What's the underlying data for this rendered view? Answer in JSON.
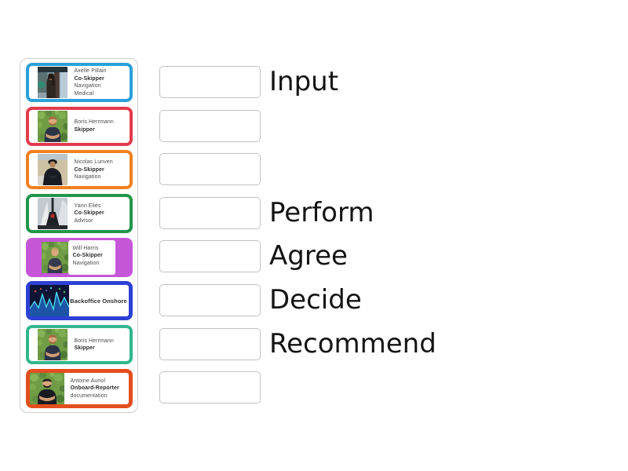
{
  "left_panel": {
    "cards": [
      {
        "name": "Axelle Pillain",
        "role": "Co-Skipper",
        "details": [
          "Navigation",
          "Medical"
        ],
        "color": "#2ba0da",
        "variant": "framed",
        "photo_icon": "window-portrait-photo"
      },
      {
        "name": "Boris Herrmann",
        "role": "Skipper",
        "details": [],
        "color": "#e23b4d",
        "variant": "framed",
        "photo_icon": "foliage-portrait-redhead-photo"
      },
      {
        "name": "Nicolas Lunven",
        "role": "Co-Skipper",
        "details": [
          "Navigation"
        ],
        "color": "#f0801f",
        "variant": "framed",
        "photo_icon": "sailor-portrait-photo"
      },
      {
        "name": "Yann Eliès",
        "role": "Co-Skipper",
        "details": [
          "Advisor"
        ],
        "color": "#21964a",
        "variant": "framed",
        "photo_icon": "boat-rigging-photo"
      },
      {
        "name": "Will Harris",
        "role": "Co-Skipper",
        "details": [
          "Navigation"
        ],
        "color": "#c556d8",
        "variant": "filled",
        "photo_icon": "foliage-portrait-blond-photo"
      },
      {
        "name": "",
        "role": "Backoffice Onshore",
        "details": [],
        "color": "#2e40d4",
        "variant": "flush-center",
        "photo_icon": "data-waveform-photo"
      },
      {
        "name": "Boris Herrmann",
        "role": "Skipper",
        "details": [],
        "color": "#31b78c",
        "variant": "framed",
        "photo_icon": "foliage-portrait-redhead-photo"
      },
      {
        "name": "Antoine Auriol",
        "role": "Onboard-Reporter",
        "details": [
          "documentation"
        ],
        "color": "#e34e1e",
        "variant": "flush-left",
        "photo_icon": "foliage-portrait-beard-photo"
      }
    ]
  },
  "right_panel": {
    "rows": [
      {
        "label": "Input"
      },
      {
        "label": ""
      },
      {
        "label": ""
      },
      {
        "label": "Perform"
      },
      {
        "label": "Agree"
      },
      {
        "label": "Decide"
      },
      {
        "label": "Recommend"
      },
      {
        "label": ""
      }
    ]
  }
}
